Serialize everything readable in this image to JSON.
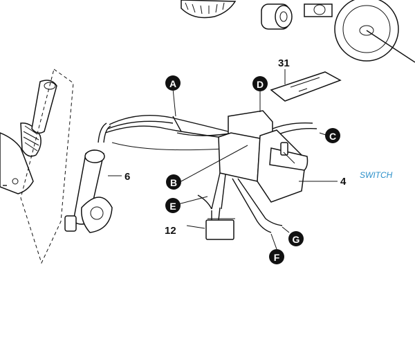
{
  "diagram": {
    "callouts": [
      {
        "id": "A",
        "letter": "A"
      },
      {
        "id": "B",
        "letter": "B"
      },
      {
        "id": "C",
        "letter": "C"
      },
      {
        "id": "D",
        "letter": "D"
      },
      {
        "id": "E",
        "letter": "E"
      },
      {
        "id": "F",
        "letter": "F"
      },
      {
        "id": "G",
        "letter": "G"
      }
    ],
    "part_numbers": {
      "p31": "31",
      "p6": "6",
      "p4": "4",
      "p12": "12"
    },
    "annotation": "SWITCH"
  }
}
